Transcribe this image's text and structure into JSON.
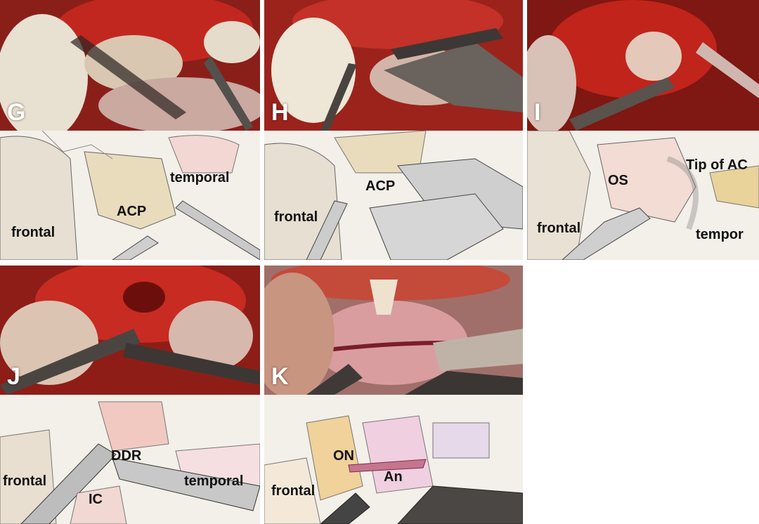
{
  "panels": {
    "g": {
      "letter": "G",
      "labels": {
        "temporal": "temporal",
        "acp": "ACP",
        "frontal": "frontal"
      }
    },
    "h": {
      "letter": "H",
      "labels": {
        "acp": "ACP",
        "frontal": "frontal"
      }
    },
    "i": {
      "letter": "I",
      "labels": {
        "os": "OS",
        "tip": "Tip of AC",
        "frontal": "frontal",
        "temporal": "tempor"
      }
    },
    "j": {
      "letter": "J",
      "labels": {
        "ddr": "DDR",
        "frontal": "frontal",
        "temporal": "temporal",
        "ic": "IC"
      }
    },
    "k": {
      "letter": "K",
      "labels": {
        "on": "ON",
        "an": "An",
        "frontal": "frontal"
      }
    }
  }
}
